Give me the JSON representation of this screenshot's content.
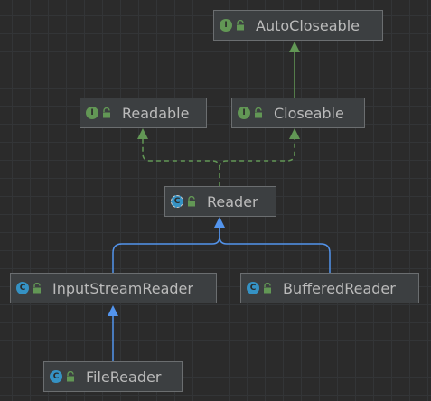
{
  "diagram": {
    "nodes": {
      "autocloseable": {
        "label": "AutoCloseable",
        "kind": "interface",
        "badge_letter": "I",
        "icon": "interface-icon"
      },
      "readable": {
        "label": "Readable",
        "kind": "interface",
        "badge_letter": "I",
        "icon": "interface-icon"
      },
      "closeable": {
        "label": "Closeable",
        "kind": "interface",
        "badge_letter": "I",
        "icon": "interface-icon"
      },
      "reader": {
        "label": "Reader",
        "kind": "abstract-class",
        "badge_letter": "C",
        "icon": "abstract-class-icon"
      },
      "inputstreamreader": {
        "label": "InputStreamReader",
        "kind": "class",
        "badge_letter": "C",
        "icon": "class-icon"
      },
      "bufferedreader": {
        "label": "BufferedReader",
        "kind": "class",
        "badge_letter": "C",
        "icon": "class-icon"
      },
      "filereader": {
        "label": "FileReader",
        "kind": "class",
        "badge_letter": "C",
        "icon": "class-icon"
      }
    },
    "edges": [
      {
        "from": "Closeable",
        "to": "AutoCloseable",
        "type": "extends"
      },
      {
        "from": "Reader",
        "to": "Readable",
        "type": "implements"
      },
      {
        "from": "Reader",
        "to": "Closeable",
        "type": "implements"
      },
      {
        "from": "InputStreamReader",
        "to": "Reader",
        "type": "extends"
      },
      {
        "from": "BufferedReader",
        "to": "Reader",
        "type": "extends"
      },
      {
        "from": "FileReader",
        "to": "InputStreamReader",
        "type": "extends"
      }
    ],
    "colors": {
      "background": "#2b2b2b",
      "grid": "#333537",
      "node_fill": "#3c3f41",
      "node_border": "#6b6e70",
      "text": "#bbbbbb",
      "interface_badge": "#629755",
      "class_badge": "#3592c4",
      "lock": "#629755",
      "interface_edge": "#629755",
      "class_edge": "#5394ec"
    }
  }
}
